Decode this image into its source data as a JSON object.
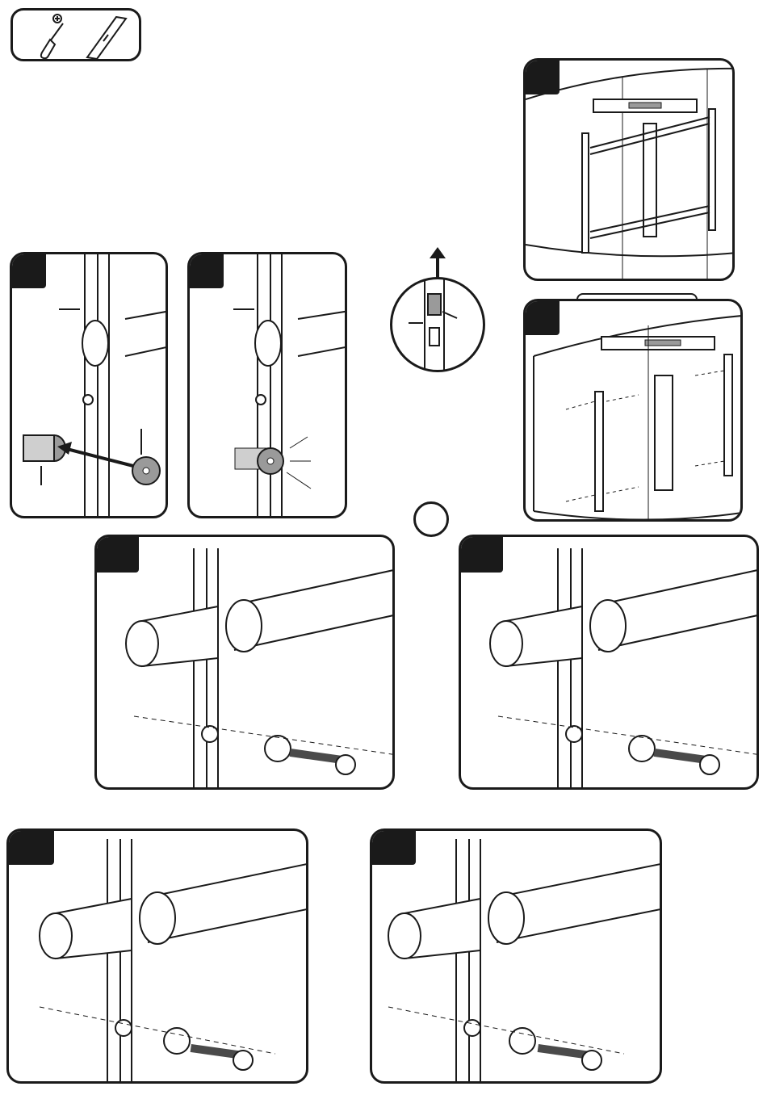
{
  "document": {
    "title": "",
    "panels": [
      {
        "id": "tv-frame-overview"
      },
      {
        "id": "tv-back-bracket-layout"
      },
      {
        "id": "spacer-insert-step"
      },
      {
        "id": "spacer-seated-step"
      },
      {
        "id": "screw-assembly-step-a"
      },
      {
        "id": "screw-assembly-step-b"
      },
      {
        "id": "screw-assembly-step-c"
      },
      {
        "id": "screw-assembly-step-d"
      }
    ],
    "colors": {
      "line": "#1a1a1a",
      "gray_part": "#9a9a9a",
      "light_gray": "#cfcfcf",
      "paper": "#ffffff"
    },
    "icons": [
      "screwdriver-icon",
      "level-tool-icon",
      "up-arrow-icon",
      "circle-marker-icon"
    ]
  }
}
